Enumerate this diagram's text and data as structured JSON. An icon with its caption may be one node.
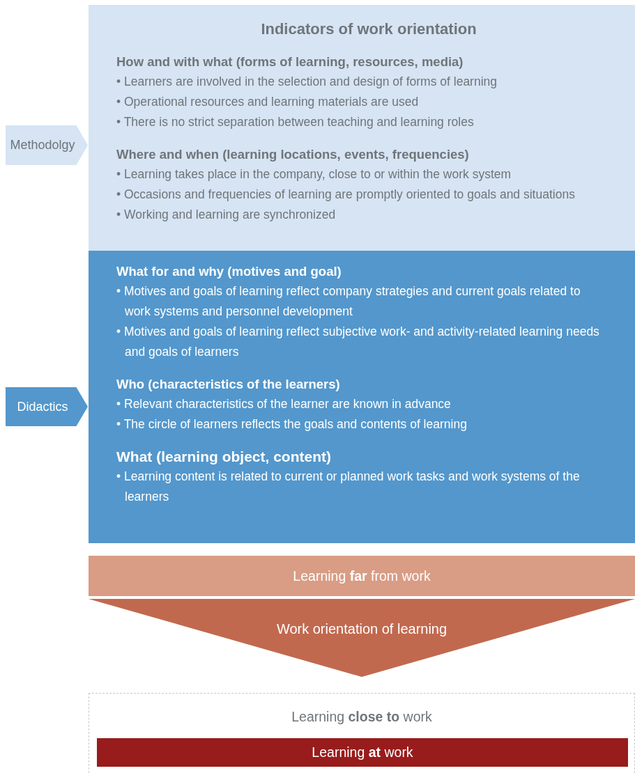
{
  "diagram": {
    "nodes": [
      {
        "text": [
          "Indicators of work orientation",
          "How and with what (forms of learning, resources, media)",
          "• Learners are involved in the selection and design of forms of learning",
          "• Operational resources and learning materials are used",
          "• There is no strict separation between teaching and learning roles",
          "Where and when (learning locations, events, frequencies)",
          "• Learning takes place in the company, close to or within the work system",
          "• Occasions and frequencies of learning are promptly oriented to goals and situations",
          "• Working and learning are synchronized"
        ]
      },
      {
        "text": [
          "What for and why (motives and goal)",
          "• Motives and goals of learning reflect company strategies and current goals related to work systems and personnel development",
          "• Motives and goals of learning reflect subjective work- and activity-related learning needs and goals of learners",
          "Who (characteristics of the learners)",
          "• Relevant characteristics of the learner are known in advance",
          "• The circle of learners reflects the goals and contents of learning",
          "What (learning object, content)",
          "• Learning content is related to current or planned work tasks and work systems of the learners"
        ]
      },
      {
        "text": [
          "Methodolgy"
        ]
      },
      {
        "text": [
          "Didactics"
        ]
      },
      {
        "text": [
          "Learning **far** from work"
        ]
      },
      {
        "text": [
          "Work orientation of learning"
        ]
      },
      {
        "text": [
          "Learning **close to** work"
        ]
      },
      {
        "text": [
          "Learning **at** work"
        ],
        "in": 6
      }
    ]
  }
}
